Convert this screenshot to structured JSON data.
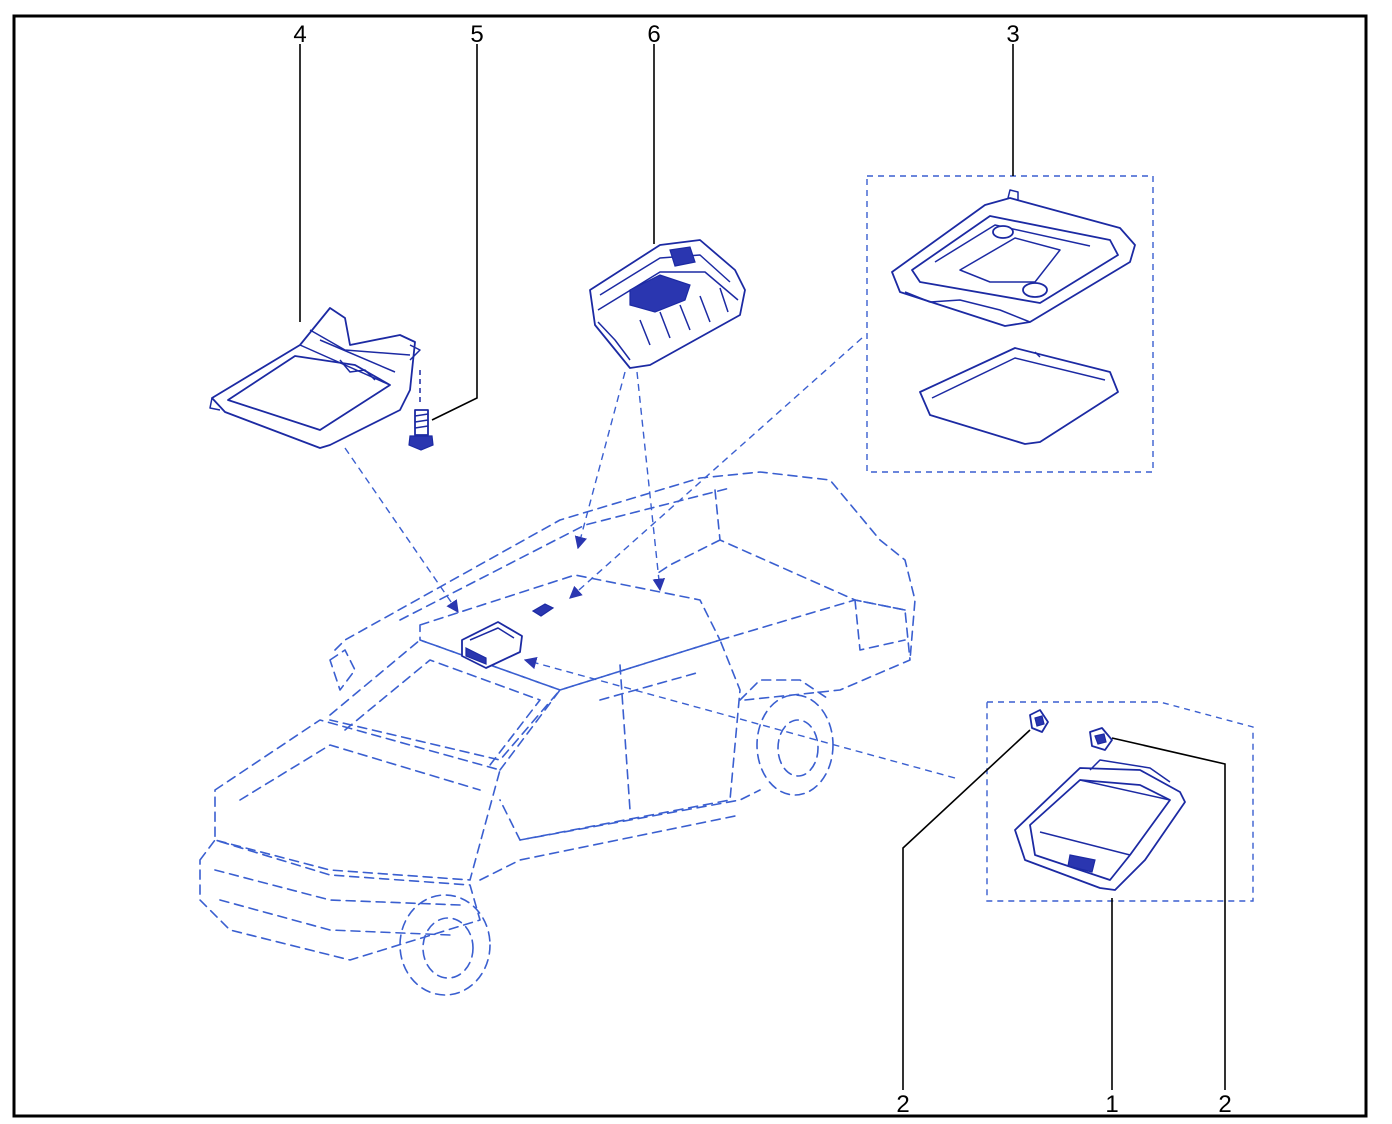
{
  "diagram": {
    "type": "exploded-parts-diagram",
    "callouts": [
      "4",
      "5",
      "6",
      "3",
      "2",
      "1",
      "2"
    ]
  },
  "colors": {
    "line_art": "#1c2aa3",
    "phantom_lines": "#3a5fd0",
    "callouts": "#000000",
    "background": "#ffffff"
  }
}
